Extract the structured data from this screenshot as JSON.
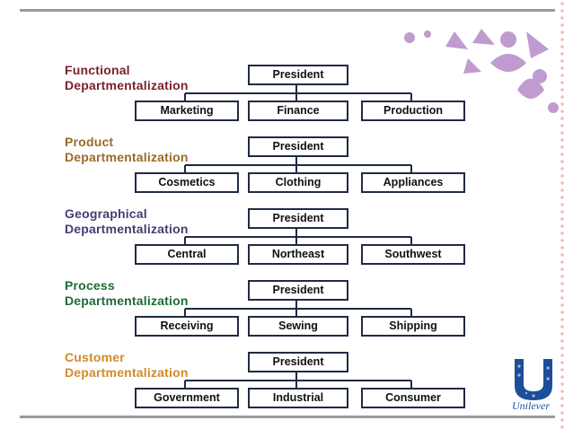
{
  "sections": [
    {
      "title_line1": "Functional",
      "title_line2": "Departmentalization",
      "title_color": "#7a1f2b",
      "president": "President",
      "children": [
        "Marketing",
        "Finance",
        "Production"
      ]
    },
    {
      "title_line1": "Product",
      "title_line2": "Departmentalization",
      "title_color": "#9a6a28",
      "president": "President",
      "children": [
        "Cosmetics",
        "Clothing",
        "Appliances"
      ]
    },
    {
      "title_line1": "Geographical",
      "title_line2": "Departmentalization",
      "title_color": "#4a3a73",
      "president": "President",
      "children": [
        "Central",
        "Northeast",
        "Southwest"
      ]
    },
    {
      "title_line1": "Process",
      "title_line2": "Departmentalization",
      "title_color": "#1d6b35",
      "president": "President",
      "children": [
        "Receiving",
        "Sewing",
        "Shipping"
      ]
    },
    {
      "title_line1": "Customer",
      "title_line2": "Departmentalization",
      "title_color": "#d28a2a",
      "president": "President",
      "children": [
        "Government",
        "Industrial",
        "Consumer"
      ]
    }
  ],
  "logo": {
    "text": "Unilever",
    "color": "#1d4e9a",
    "accent": "#b48ac8"
  }
}
